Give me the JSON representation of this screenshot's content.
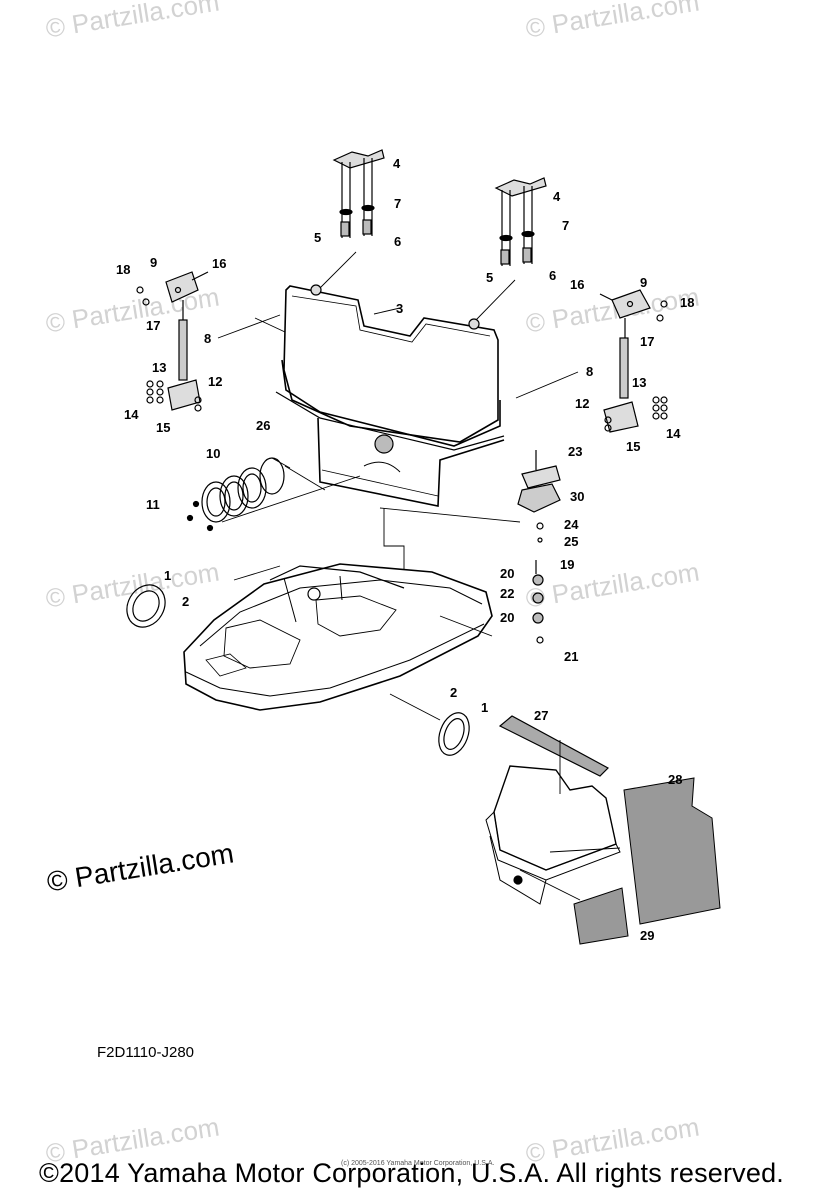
{
  "watermarks": {
    "site": "© Partzilla.com",
    "main": "© Partzilla.com"
  },
  "diagram_code": "F2D1110-J280",
  "footer": {
    "copyright": "©2014 Yamaha Motor Corporation, U.S.A. All rights reserved.",
    "small_copyright": "(c) 2005-2016 Yamaha Motor Corporation, U.S.A."
  },
  "callouts": {
    "c1": "1",
    "c2": "2",
    "c3": "3",
    "c4": "4",
    "c5": "5",
    "c6": "6",
    "c7": "7",
    "c8": "8",
    "c9": "9",
    "c10": "10",
    "c11": "11",
    "c12": "12",
    "c13": "13",
    "c14": "14",
    "c15": "15",
    "c16": "16",
    "c17": "17",
    "c18": "18",
    "c19": "19",
    "c20": "20",
    "c21": "21",
    "c22": "22",
    "c23": "23",
    "c24": "24",
    "c25": "25",
    "c26": "26",
    "c27": "27",
    "c28": "28",
    "c29": "29",
    "c30": "30"
  }
}
